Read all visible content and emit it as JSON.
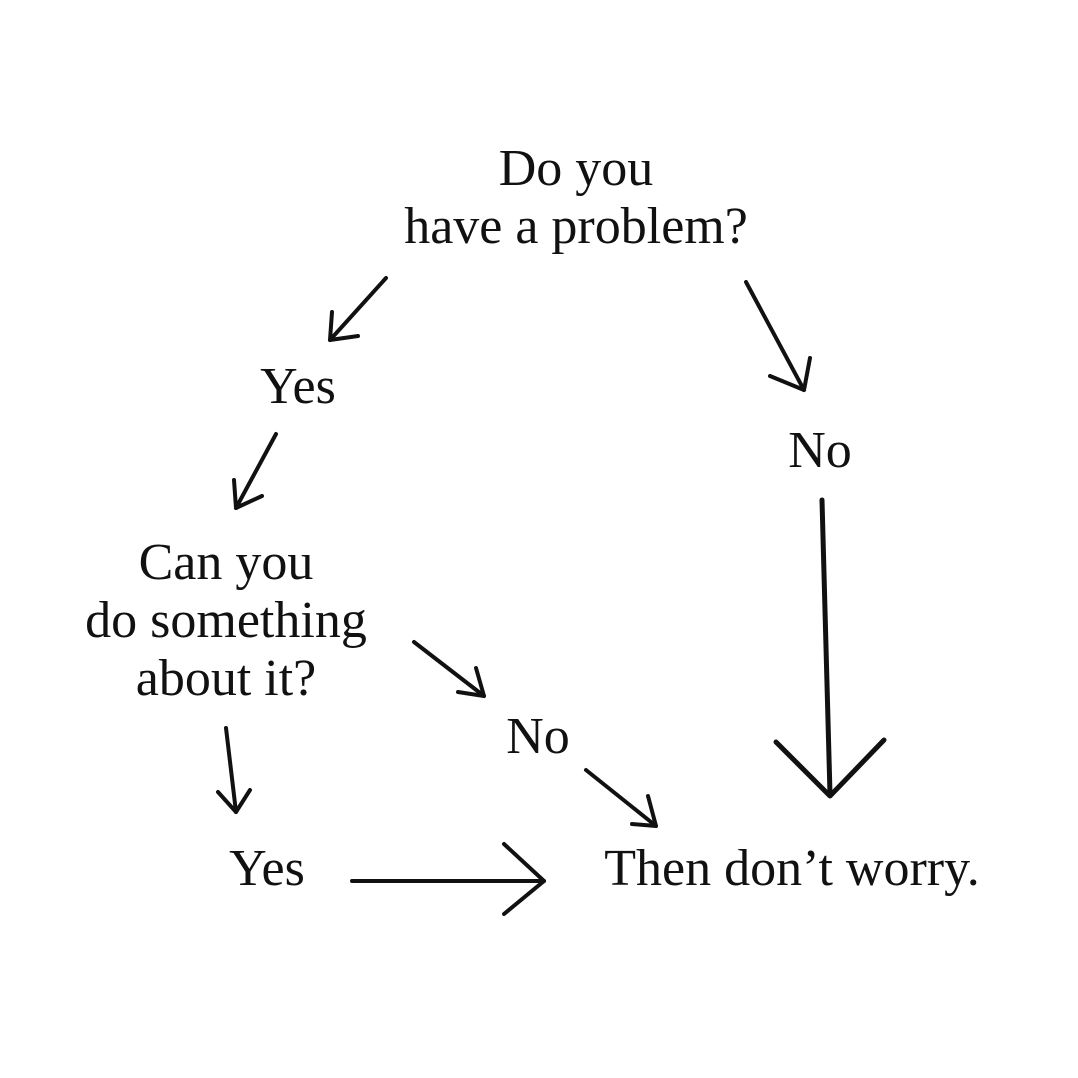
{
  "flowchart": {
    "question_problem": [
      "Do you",
      "have a problem?"
    ],
    "answer_yes_1": "Yes",
    "answer_no_1": "No",
    "question_action": [
      "Can you",
      "do something",
      "about it?"
    ],
    "answer_no_2": "No",
    "answer_yes_2": "Yes",
    "conclusion": "Then don’t worry."
  },
  "colors": {
    "ink": "#111111",
    "background": "#ffffff"
  }
}
